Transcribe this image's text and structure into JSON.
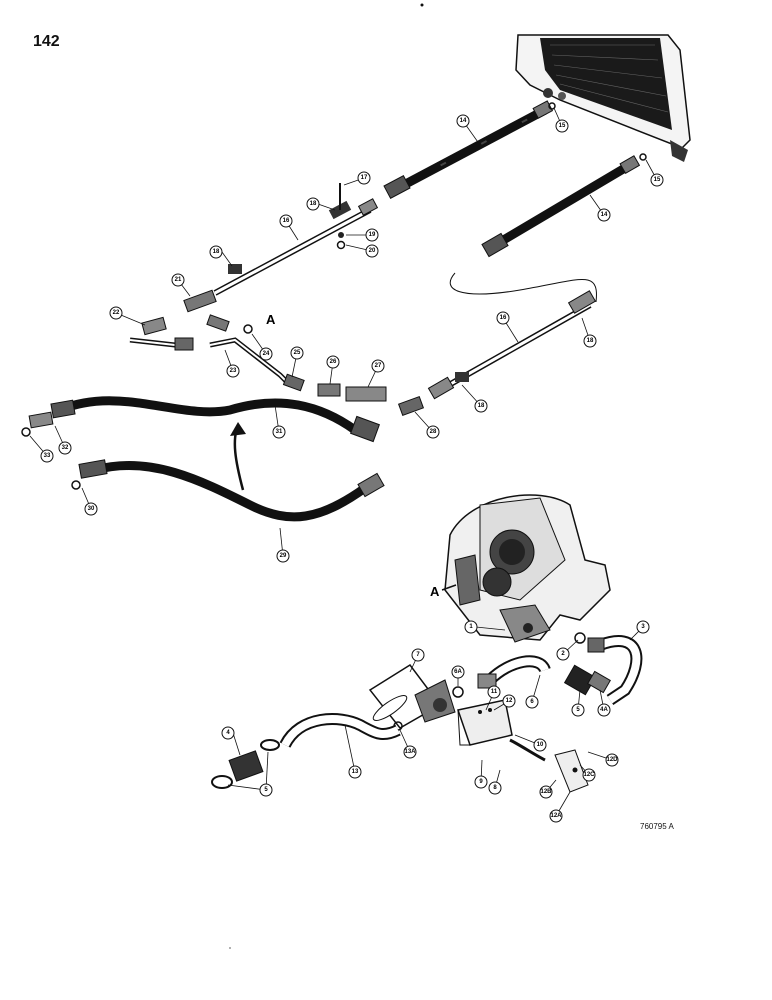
{
  "page": {
    "number": "142",
    "figure_code": "760795 A"
  },
  "reference_letters": {
    "upper": "A",
    "lower": "A"
  },
  "callouts": {
    "c1": "1",
    "c2": "2",
    "c3": "3",
    "c4": "4",
    "c4a": "4A",
    "c5a": "5",
    "c5b": "5",
    "c6": "6",
    "c6a": "6A",
    "c7": "7",
    "c8": "8",
    "c9": "9",
    "c10": "10",
    "c11": "11",
    "c12": "12",
    "c12a": "12A",
    "c12b": "12B",
    "c12c": "12C",
    "c12d": "12D",
    "c13": "13",
    "c13a": "13A",
    "c14a": "14",
    "c14b": "14",
    "c15a": "15",
    "c15b": "15",
    "c16a": "16",
    "c16b": "16",
    "c17": "17",
    "c18a": "18",
    "c18b": "18",
    "c18c": "18",
    "c18d": "18",
    "c19": "19",
    "c20": "20",
    "c21": "21",
    "c22": "22",
    "c23": "23",
    "c24": "24",
    "c25": "25",
    "c26": "26",
    "c27": "27",
    "c28": "28",
    "c29": "29",
    "c30": "30",
    "c31": "31",
    "c32": "32",
    "c33": "33"
  }
}
